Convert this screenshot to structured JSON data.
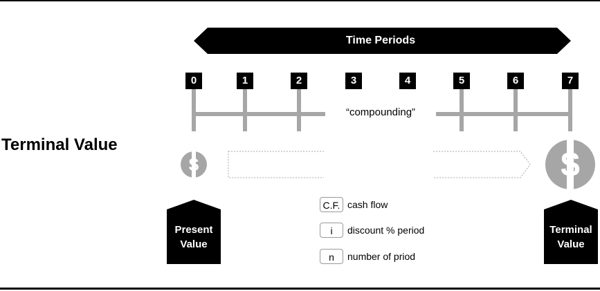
{
  "heading": "Terminal Value",
  "time_periods_label": "Time Periods",
  "periods": [
    "0",
    "1",
    "2",
    "3",
    "4",
    "5",
    "6",
    "7"
  ],
  "compounding_label": "“compounding”",
  "dollar_symbol": "$",
  "present_value": {
    "line1": "Present",
    "line2": "Value"
  },
  "terminal_value": {
    "line1": "Terminal",
    "line2": "Value"
  },
  "legend": [
    {
      "key": "C.F.",
      "text": "cash flow"
    },
    {
      "key": "i",
      "text": "discount % period"
    },
    {
      "key": "n",
      "text": "number of priod"
    }
  ],
  "colors": {
    "black": "#000000",
    "gray": "#a6a6a6",
    "white": "#ffffff"
  }
}
